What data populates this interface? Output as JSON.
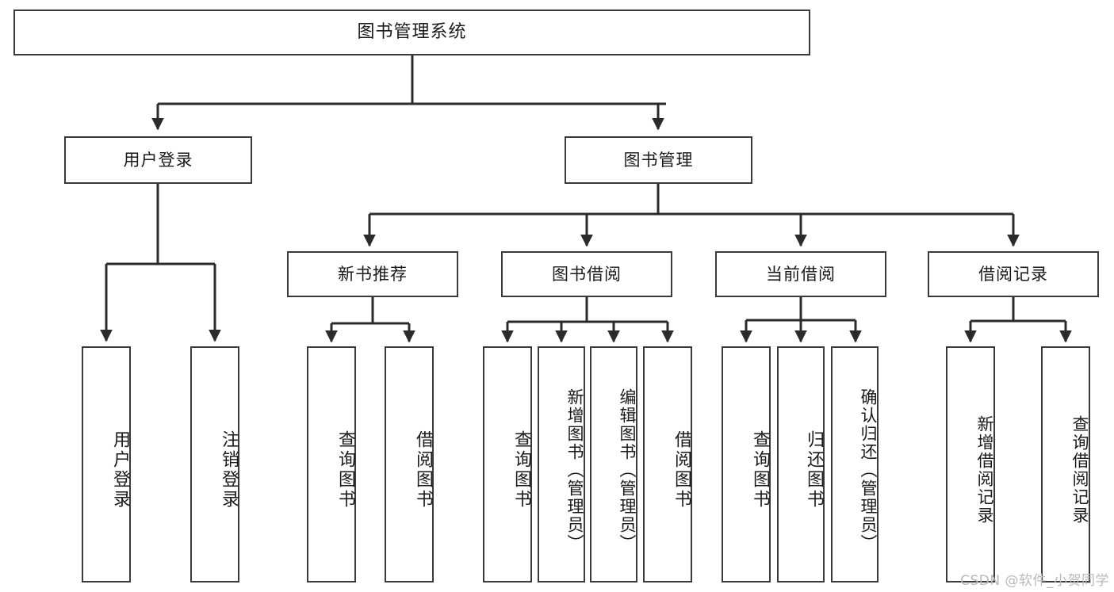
{
  "diagram": {
    "title": "图书管理系统",
    "type": "tree-hierarchy",
    "watermark": "CSDN @软件_小贺同学",
    "colors": {
      "background": "#ffffff",
      "box_border": "#3a3a3a",
      "box_fill": "#ffffff",
      "edge": "#2b2b2b",
      "text": "#1a1a1a",
      "watermark": "#b9b9b9"
    },
    "root": {
      "label": "图书管理系统"
    },
    "level2": [
      {
        "label": "用户登录"
      },
      {
        "label": "图书管理"
      }
    ],
    "level3": [
      {
        "label": "新书推荐"
      },
      {
        "label": "图书借阅"
      },
      {
        "label": "当前借阅"
      },
      {
        "label": "借阅记录"
      }
    ],
    "leaves": {
      "user_login": [
        {
          "label": "用户登录"
        },
        {
          "label": "注销登录"
        }
      ],
      "new_book_recommend": [
        {
          "label": "查询图书"
        },
        {
          "label": "借阅图书"
        }
      ],
      "book_borrow": [
        {
          "label": "查询图书"
        },
        {
          "label": "新增图书（管理员）"
        },
        {
          "label": "编辑图书（管理员）"
        },
        {
          "label": "借阅图书"
        }
      ],
      "current_borrow": [
        {
          "label": "查询图书"
        },
        {
          "label": "归还图书"
        },
        {
          "label": "确认归还（管理员）"
        }
      ],
      "borrow_records": [
        {
          "label": "新增借阅记录"
        },
        {
          "label": "查询借阅记录"
        }
      ]
    }
  }
}
